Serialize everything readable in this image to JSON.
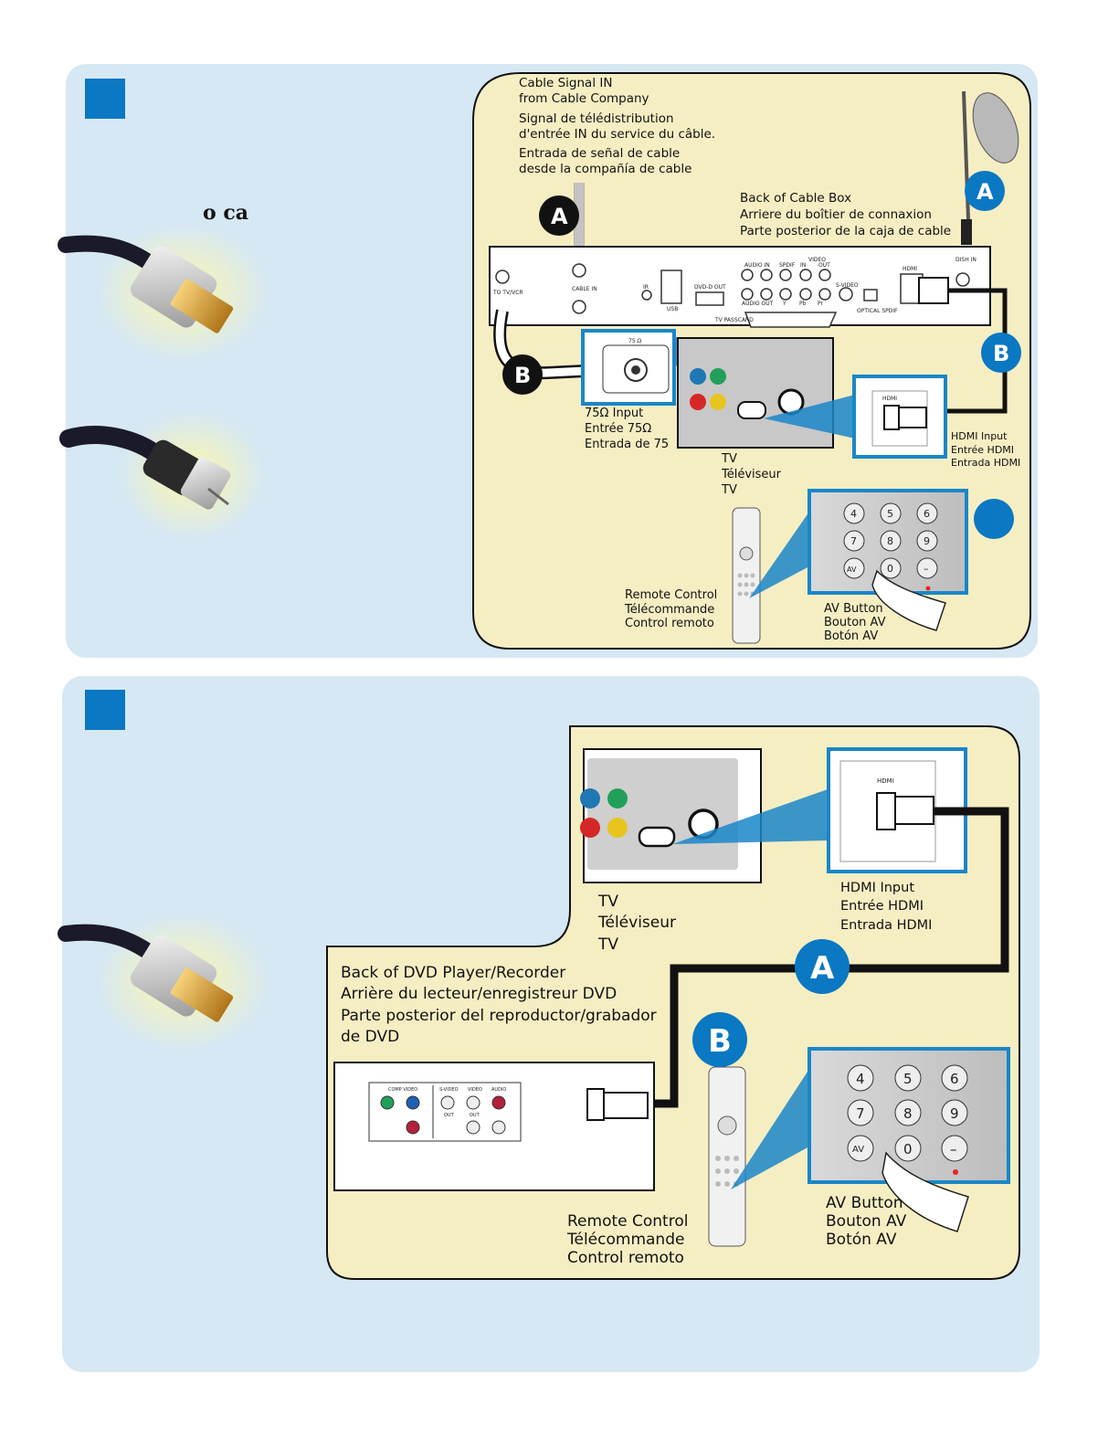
{
  "step1": {
    "fragment_text": "o ca",
    "cable_signal": [
      "Cable Signal IN",
      "from Cable Company",
      "Signal de télédistribution",
      "d'entrée IN du service du câble.",
      "Entrada de señal de cable",
      "desde la compañía de cable"
    ],
    "back_of_box": [
      "Back of Cable Box",
      "Arriere du boîtier de connaxion",
      "Parte posterior de la caja de cable"
    ],
    "input_75": [
      "75Ω Input",
      "Entrée 75Ω",
      "Entrada de 75"
    ],
    "tv": [
      "TV",
      "Téléviseur",
      "TV"
    ],
    "hdmi_input": [
      "HDMI Input",
      "Entrée HDMI",
      "Entrada HDMI"
    ],
    "remote": [
      "Remote Control",
      "Télécommande",
      "Control remoto"
    ],
    "av_button": [
      "AV Button",
      "Bouton AV",
      "Botón AV"
    ],
    "badges": {
      "a1": "A",
      "a2": "A",
      "b1": "B",
      "b2": "B"
    },
    "box_labels": {
      "to_tvvcr": "TO TV/VCR",
      "cable_in": "CABLE IN",
      "ir": "IR",
      "usb": "USB",
      "dvd_d_out": "DVD-D OUT",
      "tv_passcard": "TV PASSCARD",
      "audio_in": "AUDIO IN",
      "spdif": "SPDIF",
      "video": "VIDEO",
      "in": "IN",
      "out": "OUT",
      "audio_out": "AUDIO OUT",
      "y": "Y",
      "pb": "Pb",
      "pr": "Pr",
      "svideo": "S-VIDEO",
      "optical": "OPTICAL SPDIF",
      "hdmi": "HDMI",
      "dish_in": "DISH IN",
      "ohm75": "75 Ω"
    }
  },
  "step2": {
    "tv": [
      "TV",
      "Téléviseur",
      "TV"
    ],
    "hdmi_input": [
      "HDMI Input",
      "Entrée HDMI",
      "Entrada HDMI"
    ],
    "back_of_dvd": [
      "Back of DVD Player/Recorder",
      "Arrière du lecteur/enregistreur DVD",
      "Parte posterior del reproductor/grabador",
      "de DVD"
    ],
    "remote": [
      "Remote Control",
      "Télécommande",
      "Control remoto"
    ],
    "av_button": [
      "AV Button",
      "Bouton AV",
      "Botón AV"
    ],
    "badges": {
      "a": "A",
      "b": "B"
    },
    "dvd_labels": {
      "comp_video": "COMP VIDEO",
      "svideo": "S-VIDEO",
      "video": "VIDEO",
      "audio": "AUDIO",
      "out": "OUT",
      "hdmi": "HDMI"
    }
  },
  "keypad": {
    "keys": [
      "4",
      "5",
      "6",
      "7",
      "8",
      "9",
      "AV",
      "0",
      "–"
    ]
  },
  "colors": {
    "panel": "#d6e8f4",
    "inner": "#f6eec3",
    "badge": "#0a78c2",
    "callout": "#1a86c8",
    "cable": "#111111"
  }
}
